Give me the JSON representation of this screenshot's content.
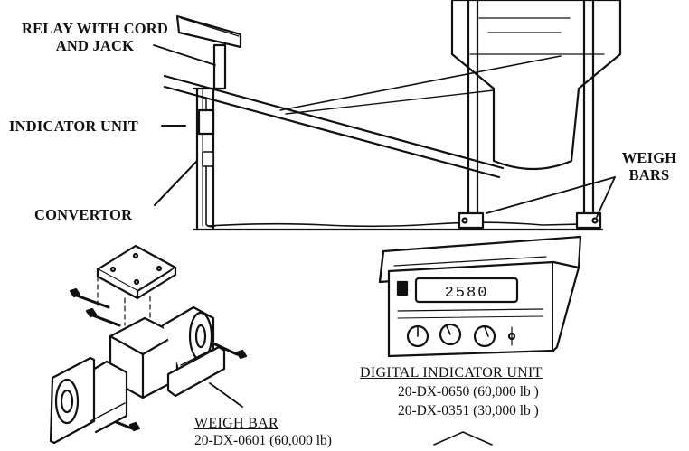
{
  "labels": {
    "relay": [
      "RELAY WITH CORD",
      "AND JACK"
    ],
    "indicator_unit": "INDICATOR UNIT",
    "convertor": "CONVERTOR",
    "weigh_bars": [
      "WEIGH",
      "BARS"
    ]
  },
  "digital_indicator": {
    "title": "DIGITAL INDICATOR UNIT",
    "models": [
      "20-DX-0650 (60,000 lb )",
      "20-DX-0351 (30,000 lb )"
    ],
    "display_reading": "2580"
  },
  "weigh_bar": {
    "title": "WEIGH BAR",
    "models": [
      "20-DX-0601 (60,000 lb)"
    ]
  }
}
